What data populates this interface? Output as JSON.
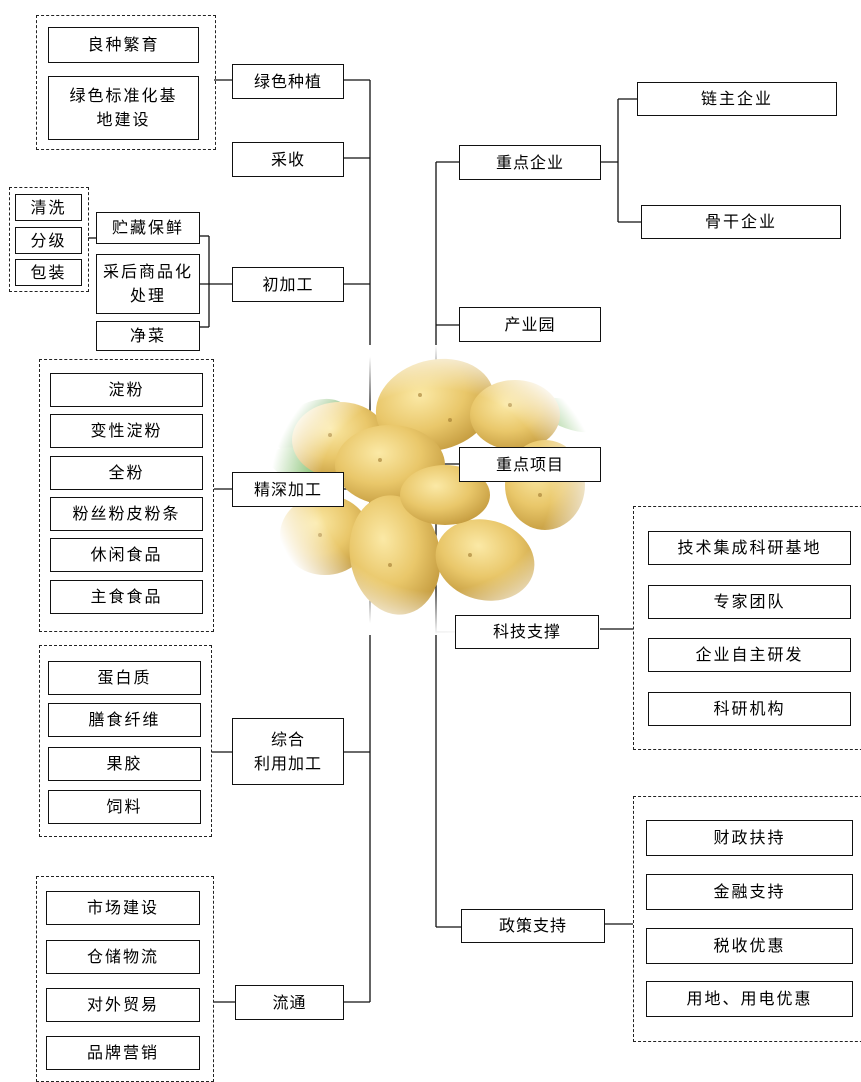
{
  "left": {
    "lvsezhongzhi": {
      "label": "绿色种植",
      "items": [
        "良种繁育",
        "绿色标准化基地建设"
      ]
    },
    "caishou": {
      "label": "采收"
    },
    "chujiagong": {
      "label": "初加工",
      "items": [
        "贮藏保鲜",
        "采后商品化处理",
        "净菜"
      ],
      "sub": [
        "清洗",
        "分级",
        "包装"
      ]
    },
    "jingshen": {
      "label": "精深加工",
      "items": [
        "淀粉",
        "变性淀粉",
        "全粉",
        "粉丝粉皮粉条",
        "休闲食品",
        "主食食品"
      ]
    },
    "zonghe": {
      "label_line1": "综合",
      "label_line2": "利用加工",
      "items": [
        "蛋白质",
        "膳食纤维",
        "果胶",
        "饲料"
      ]
    },
    "liutong": {
      "label": "流通",
      "items": [
        "市场建设",
        "仓储物流",
        "对外贸易",
        "品牌营销"
      ]
    }
  },
  "right": {
    "zhongdian_qiye": {
      "label": "重点企业",
      "items": [
        "链主企业",
        "骨干企业"
      ]
    },
    "chanyeyuan": {
      "label": "产业园"
    },
    "zhongdian_xiangmu": {
      "label": "重点项目"
    },
    "keji": {
      "label": "科技支撑",
      "items": [
        "技术集成科研基地",
        "专家团队",
        "企业自主研发",
        "科研机构"
      ]
    },
    "zhengce": {
      "label": "政策支持",
      "items": [
        "财政扶持",
        "金融支持",
        "税收优惠",
        "用地、用电优惠"
      ]
    }
  }
}
